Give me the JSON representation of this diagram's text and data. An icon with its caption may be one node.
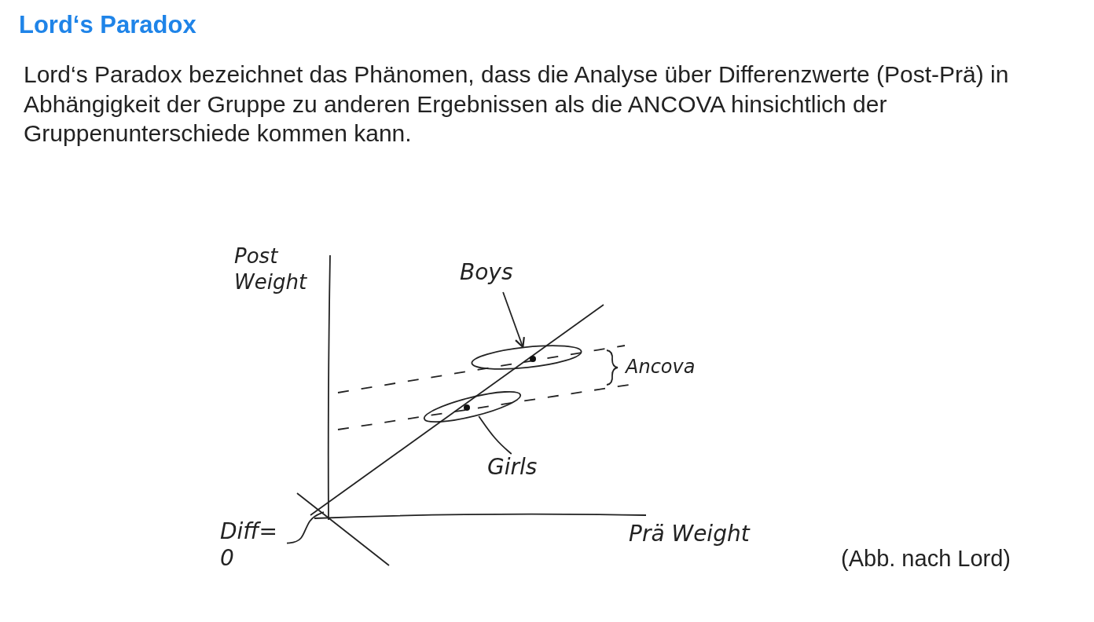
{
  "diagram": {
    "title": "Lord‘s Paradox",
    "nodes": [
      {
        "text": [],
        "shape": "ellipse"
      },
      {
        "text": [],
        "shape": "ellipse"
      },
      {
        "text": [
          "Boys"
        ]
      },
      {
        "text": [
          "Girls"
        ]
      },
      {
        "text": [
          "Diff= 0"
        ]
      }
    ],
    "edges": [
      {
        "from": 2,
        "to": 0,
        "arrow": "to"
      },
      {
        "from": 3,
        "to": 1,
        "arrow": "none"
      },
      {
        "from": 4,
        "to": null,
        "arrow": "none"
      }
    ],
    "labels": [
      "Lord‘s Paradox bezeichnet das Phänomen, dass die Analyse über Differenzwerte (Post-Prä) in Abhängigkeit der Gruppe zu anderen Ergebnissen als die ANCOVA hinsichtlich der Gruppenunterschiede kommen kann.",
      "Post Weight",
      "Ancova",
      "Prä Weight",
      "(Abb. nach Lord)"
    ]
  }
}
